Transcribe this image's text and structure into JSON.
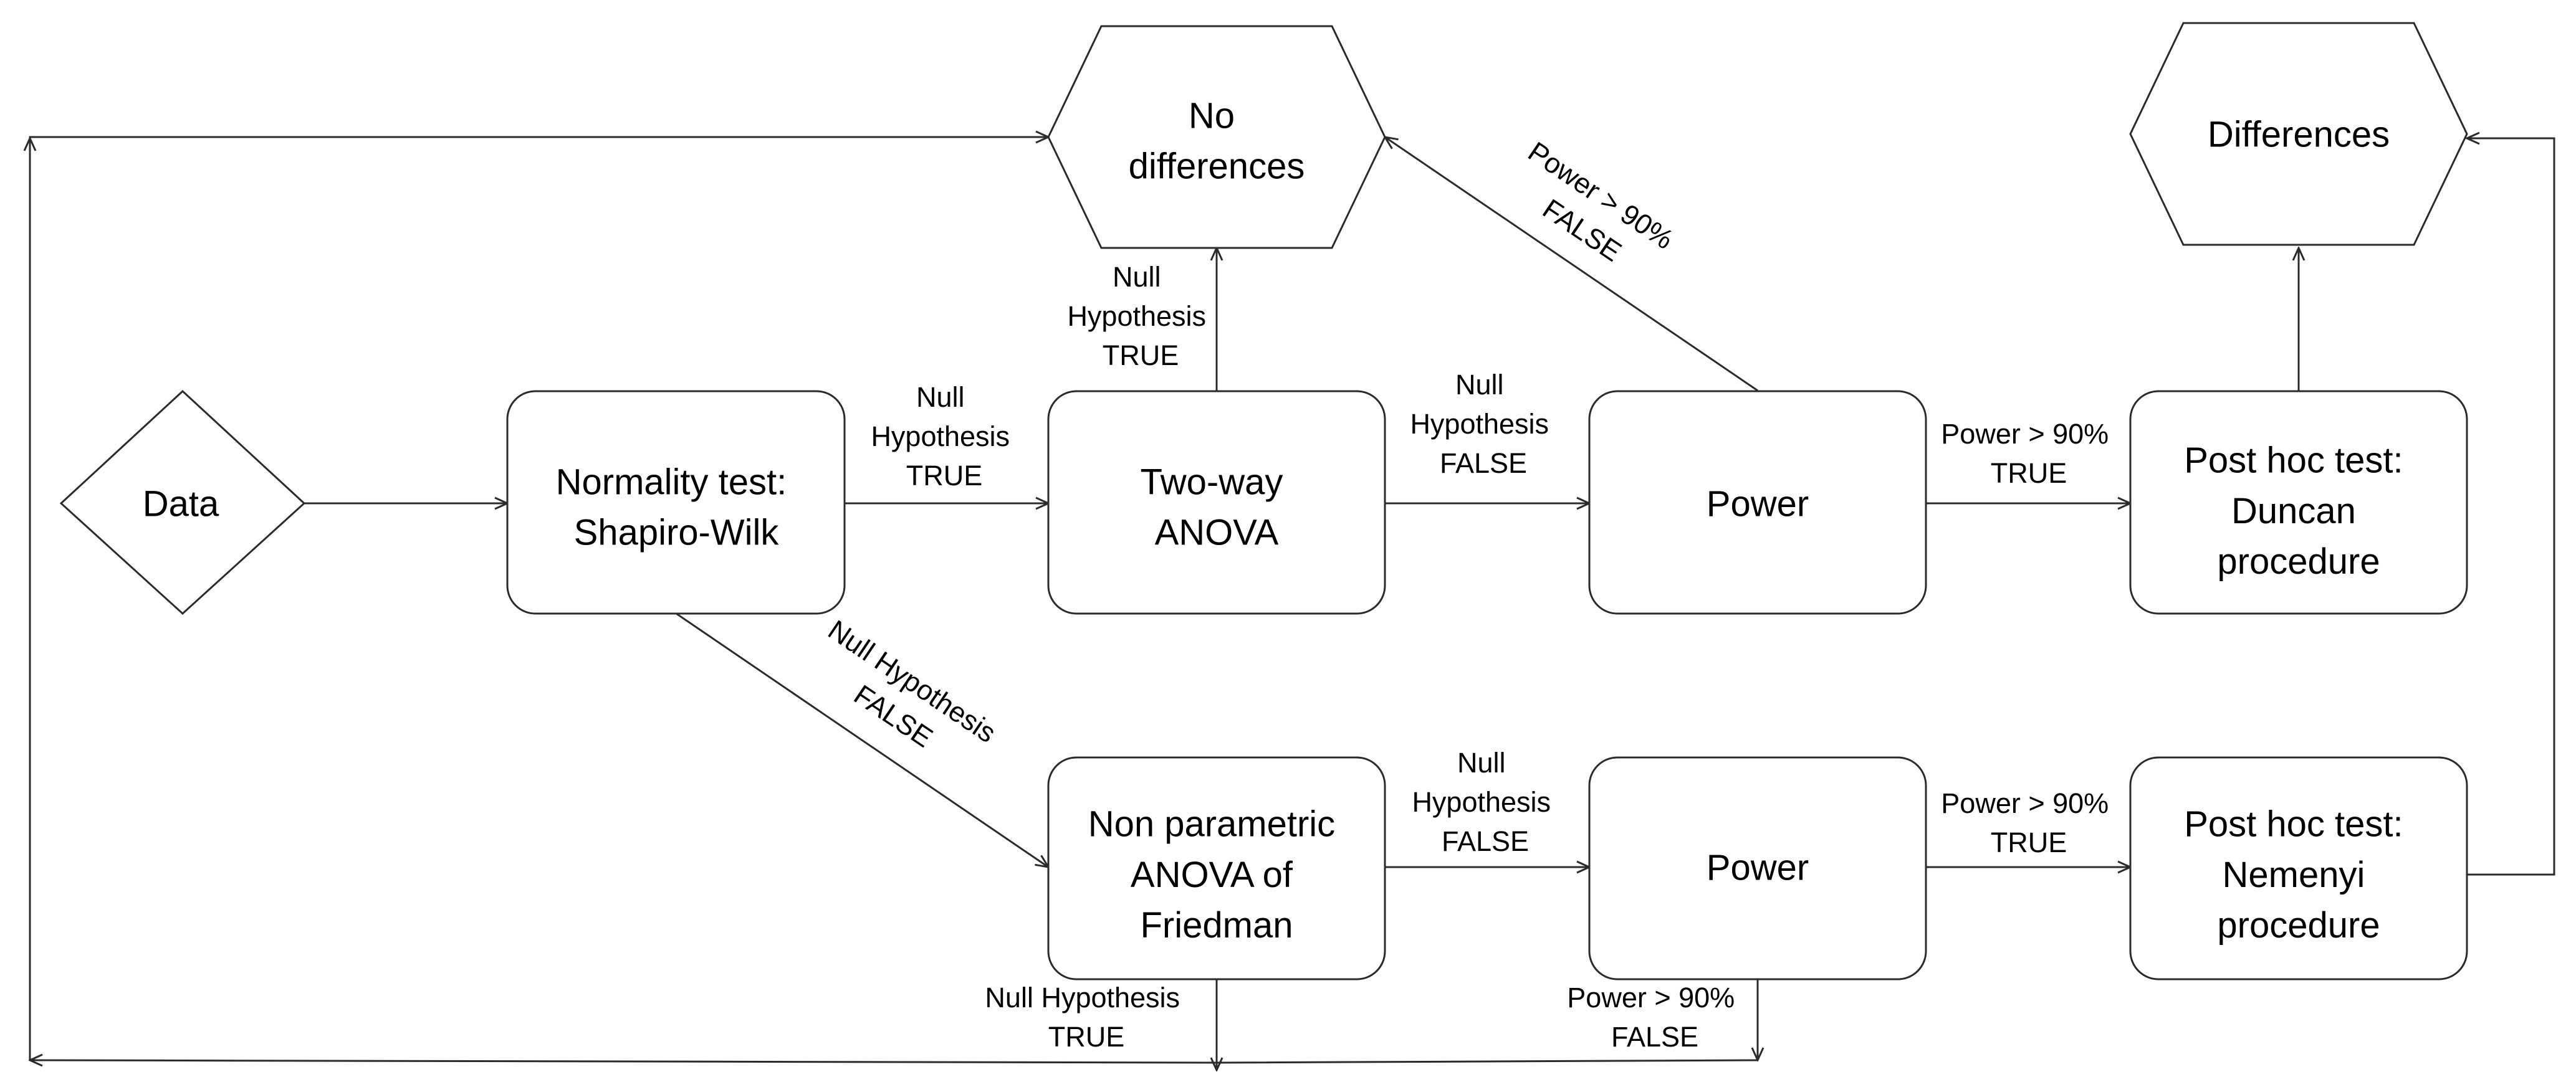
{
  "nodes": {
    "data": {
      "label": [
        "Data"
      ]
    },
    "normality": {
      "label": [
        "Normality test:",
        "Shapiro-Wilk"
      ]
    },
    "twoway": {
      "label": [
        "Two-way",
        "ANOVA"
      ]
    },
    "power_top": {
      "label": [
        "Power"
      ]
    },
    "duncan": {
      "label": [
        "Post hoc test:",
        "Duncan",
        "procedure"
      ]
    },
    "friedman": {
      "label": [
        "Non parametric",
        "ANOVA of",
        "Friedman"
      ]
    },
    "power_bottom": {
      "label": [
        "Power"
      ]
    },
    "nemenyi": {
      "label": [
        "Post hoc test:",
        "Nemenyi",
        "procedure"
      ]
    },
    "no_differences": {
      "label": [
        "No",
        "differences"
      ]
    },
    "differences": {
      "label": [
        "Differences"
      ]
    }
  },
  "edges": {
    "normality_to_twoway": {
      "label": [
        "Null",
        "Hypothesis",
        "TRUE"
      ]
    },
    "normality_to_friedman": {
      "label": [
        "Null Hypothesis",
        "FALSE"
      ]
    },
    "twoway_to_nodiff": {
      "label": [
        "Null",
        "Hypothesis",
        "TRUE"
      ]
    },
    "twoway_to_power": {
      "label": [
        "Null",
        "Hypothesis",
        "FALSE"
      ]
    },
    "power_to_nodiff": {
      "label": [
        "Power > 90%",
        "FALSE"
      ]
    },
    "power_to_duncan": {
      "label": [
        "Power > 90%",
        "TRUE"
      ]
    },
    "friedman_to_power": {
      "label": [
        "Null",
        "Hypothesis",
        "FALSE"
      ]
    },
    "power_to_nemenyi": {
      "label": [
        "Power > 90%",
        "TRUE"
      ]
    },
    "friedman_null_true": {
      "label": [
        "Null Hypothesis",
        "TRUE"
      ]
    },
    "power_bottom_false": {
      "label": [
        "Power > 90%",
        "FALSE"
      ]
    }
  }
}
